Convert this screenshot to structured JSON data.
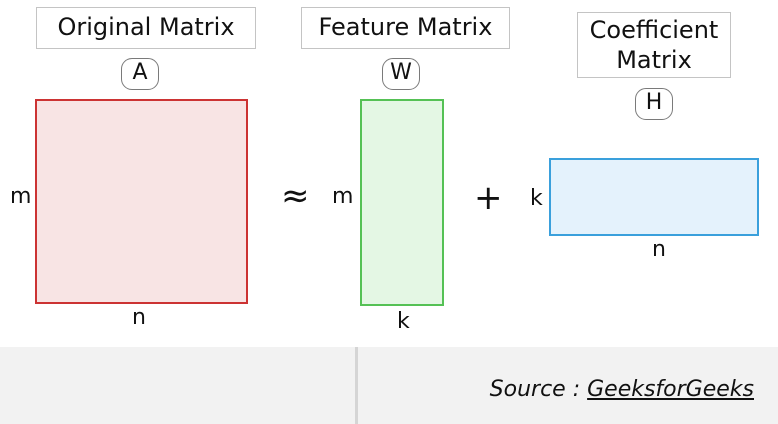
{
  "titles": {
    "original": "Original Matrix",
    "feature": "Feature Matrix",
    "coefficient_line1": "Coefficient",
    "coefficient_line2": "Matrix"
  },
  "badges": {
    "a": "A",
    "w": "W",
    "h": "H"
  },
  "dims": {
    "a_rows": "m",
    "a_cols": "n",
    "w_rows": "m",
    "w_cols": "k",
    "h_rows": "k",
    "h_cols": "n"
  },
  "operators": {
    "approx": "≈",
    "plus": "+"
  },
  "colors": {
    "a_border": "#cc3333",
    "a_fill": "#f8e4e4",
    "w_border": "#55c155",
    "w_fill": "#e4f7e4",
    "h_border": "#3aa0dc",
    "h_fill": "#e4f2fc"
  },
  "footer": {
    "source_prefix": "Source : ",
    "source_link": "GeeksforGeeks"
  }
}
